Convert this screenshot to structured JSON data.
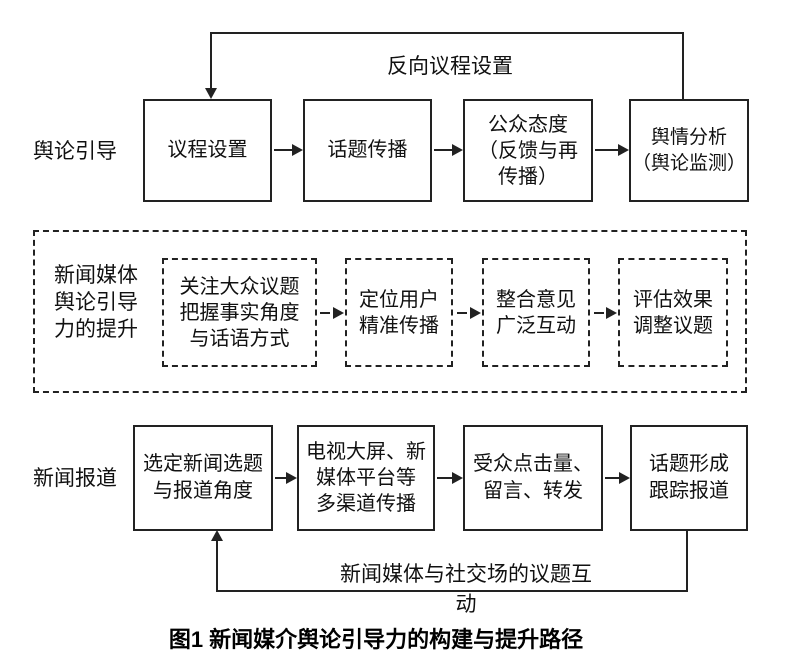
{
  "figure": {
    "caption": "图1 新闻媒介舆论引导力的构建与提升路径"
  },
  "colors": {
    "line": "#222222",
    "background": "#ffffff",
    "text": "#111111"
  },
  "top_flow": {
    "row_label": "舆论引导",
    "feedback_label": "反向议程设置",
    "boxes": [
      {
        "label": "议程设置"
      },
      {
        "label": "话题传播"
      },
      {
        "label": "公众态度\n（反馈与再\n传播）"
      },
      {
        "label": "舆情分析\n（舆论监测）"
      }
    ]
  },
  "middle_flow": {
    "container_label": "新闻媒体\n舆论引导\n力的提升",
    "boxes": [
      {
        "label": "关注大众议题\n把握事实角度\n与话语方式"
      },
      {
        "label": "定位用户\n精准传播"
      },
      {
        "label": "整合意见\n广泛互动"
      },
      {
        "label": "评估效果\n调整议题"
      }
    ]
  },
  "bottom_flow": {
    "row_label": "新闻报道",
    "feedback_label": "新闻媒体与社交场的议题互动",
    "boxes": [
      {
        "label": "选定新闻选题\n与报道角度"
      },
      {
        "label": "电视大屏、新\n媒体平台等\n多渠道传播"
      },
      {
        "label": "受众点击量、\n留言、转发"
      },
      {
        "label": "话题形成\n跟踪报道"
      }
    ]
  }
}
